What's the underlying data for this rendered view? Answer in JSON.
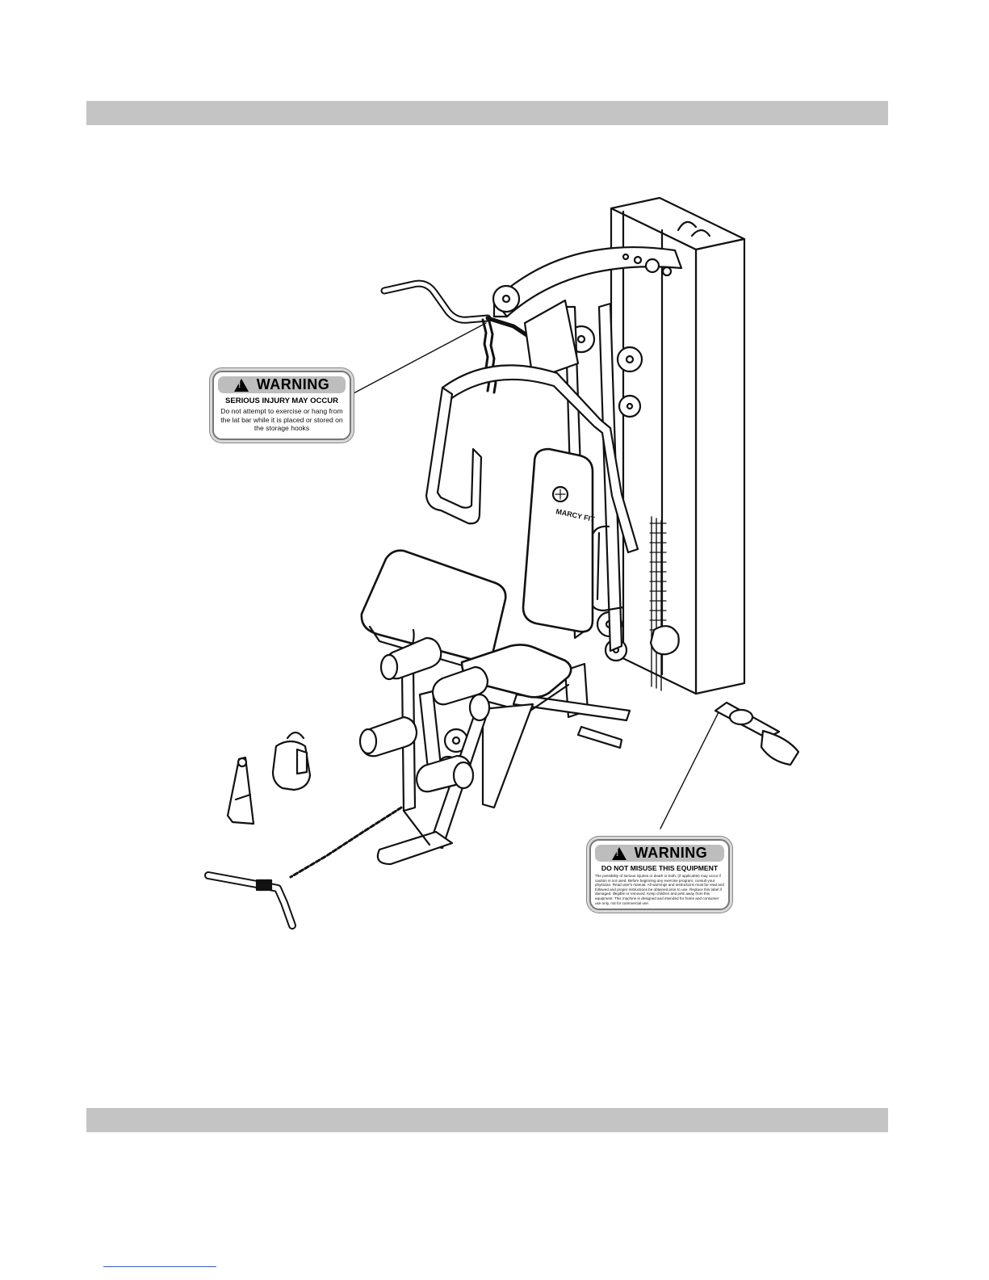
{
  "warning_top": {
    "heading": "WARNING",
    "subheading": "SERIOUS INJURY MAY OCCUR",
    "body": "Do not attempt to exercise or hang from the lat bar while it is placed or stored on the storage hooks"
  },
  "warning_bottom": {
    "heading": "WARNING",
    "subheading": "DO NOT MISUSE THIS EQUIPMENT",
    "body": "The possibility of serious injuries or death or both, (if applicable) may occur if caution is not used. Before beginning any exercise program, consult your physician. Read user's manual. All warnings and instructions must be read and followed and proper instructions be obtained prior to use. Replace this label if damaged, illegible or removed. Keep children and pets away from this equipment. This machine is designed and intended for home and consumer use only, not for commercial use."
  },
  "seat_pad_logo": {
    "text": "MARCY FIT"
  },
  "colors": {
    "section_band": "#c4c4c4",
    "warning_header": "#bdbdbd",
    "line_art": "#111111",
    "footer_rule": "#3d5bd6"
  }
}
